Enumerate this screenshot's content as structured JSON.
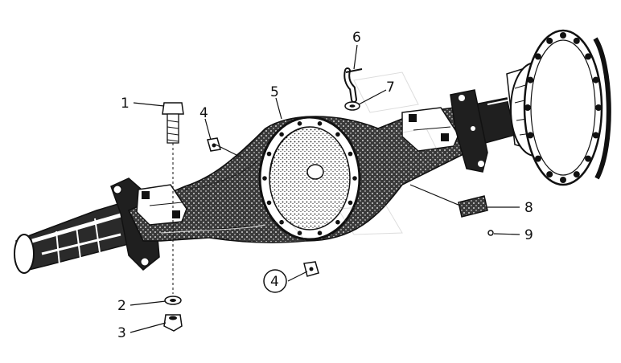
{
  "diagram": {
    "callouts": [
      {
        "id": "c1",
        "label": "1"
      },
      {
        "id": "c2",
        "label": "2"
      },
      {
        "id": "c3",
        "label": "3"
      },
      {
        "id": "c4a",
        "label": "4"
      },
      {
        "id": "c4b",
        "label": "4"
      },
      {
        "id": "c5",
        "label": "5"
      },
      {
        "id": "c6",
        "label": "6"
      },
      {
        "id": "c7",
        "label": "7"
      },
      {
        "id": "c8",
        "label": "8"
      },
      {
        "id": "c9",
        "label": "9"
      }
    ]
  },
  "colors": {
    "ink": "#111111",
    "fill": "#2a2a2a",
    "paper": "#ffffff"
  }
}
